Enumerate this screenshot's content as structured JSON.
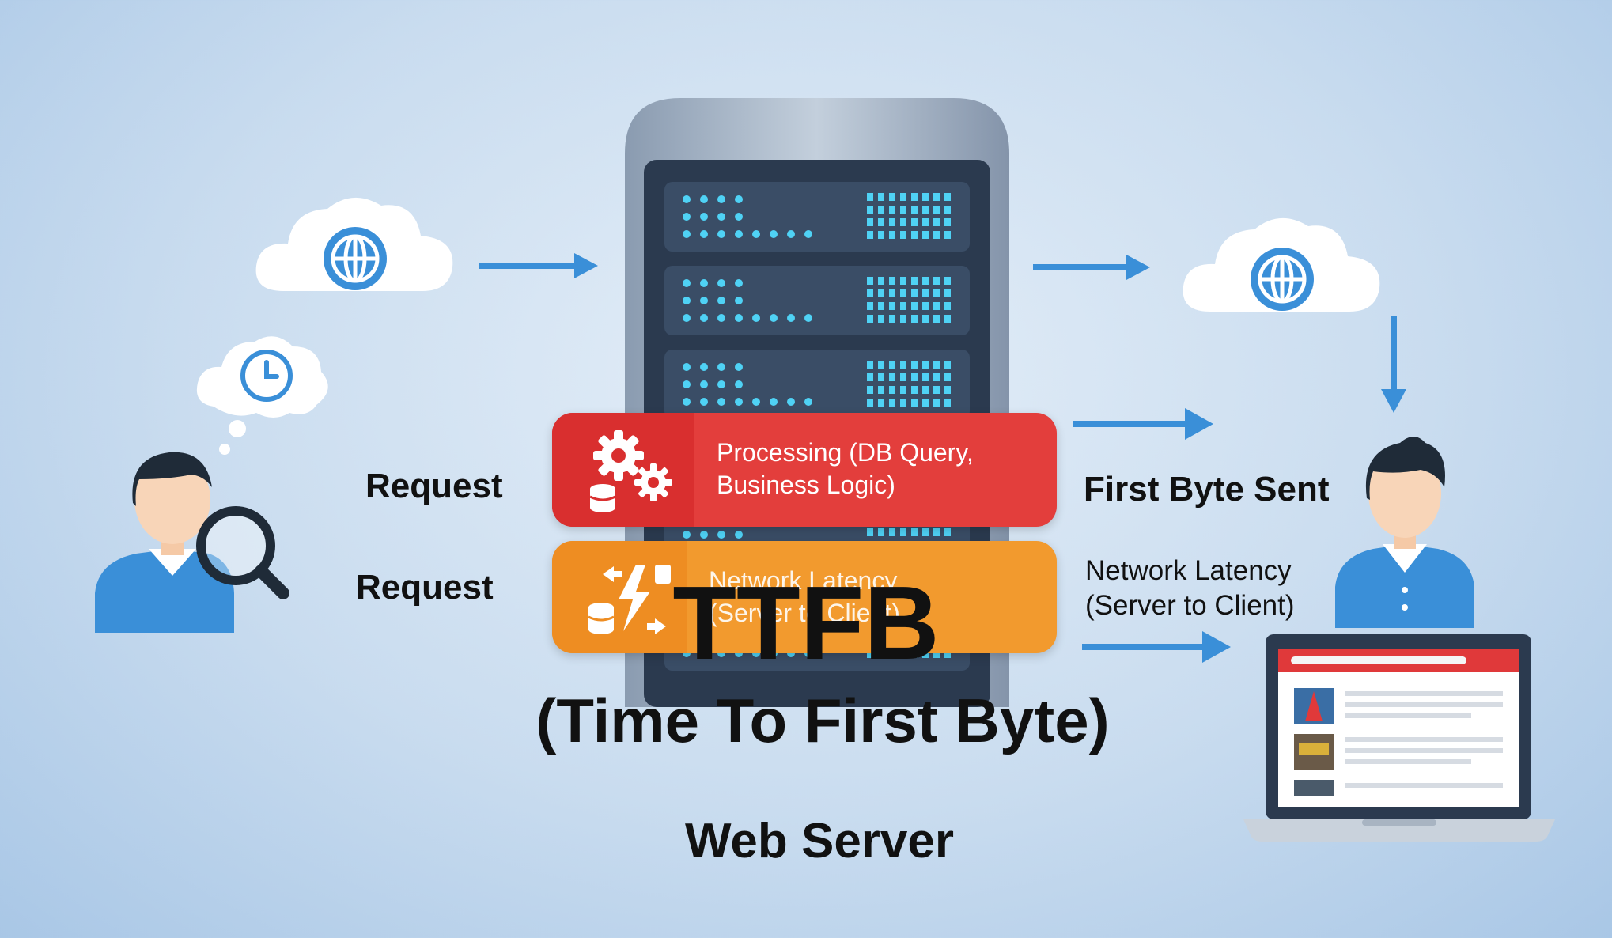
{
  "labels": {
    "request_top": "Request",
    "request_bottom": "Request",
    "first_byte_sent": "First Byte Sent",
    "network_latency_right_line1": "Network Latency",
    "network_latency_right_line2": "(Server to Client)",
    "web_server": "Web Server"
  },
  "bands": {
    "processing_line1": "Processing (DB Query,",
    "processing_line2": "Business Logic)",
    "latency_line1": "Network Latency",
    "latency_line2": "(Server to Client)"
  },
  "title": {
    "main": "TTFB",
    "sub": "(Time To First Byte)"
  },
  "colors": {
    "accent_blue": "#3a8fd8",
    "processing_red": "#e0393a",
    "latency_orange": "#f29a2e",
    "server_dark": "#2b3a4f",
    "led_cyan": "#4fd2f5"
  }
}
